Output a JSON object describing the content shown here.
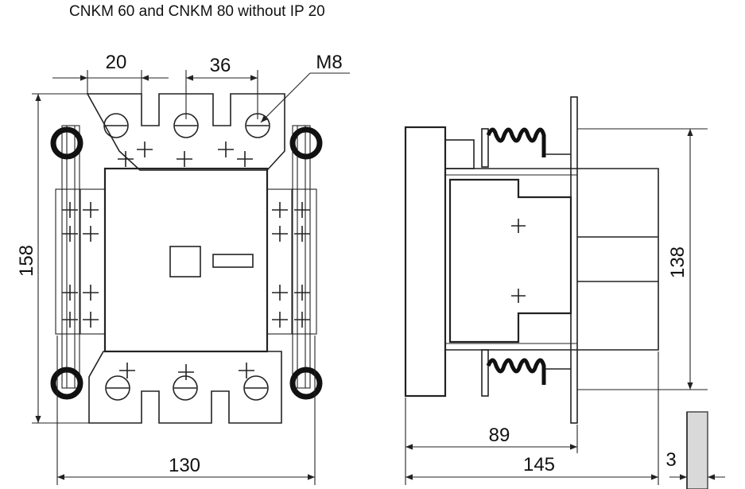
{
  "title": "CNKM 60 and CNKM 80 without IP 20",
  "dimensions": {
    "terminal_spacing": "20",
    "pole_pitch": "36",
    "screw_size": "M8",
    "height": "158",
    "width": "130",
    "depth_mounting": "89",
    "depth_total": "145",
    "side_height": "138",
    "plate_thickness": "3"
  }
}
